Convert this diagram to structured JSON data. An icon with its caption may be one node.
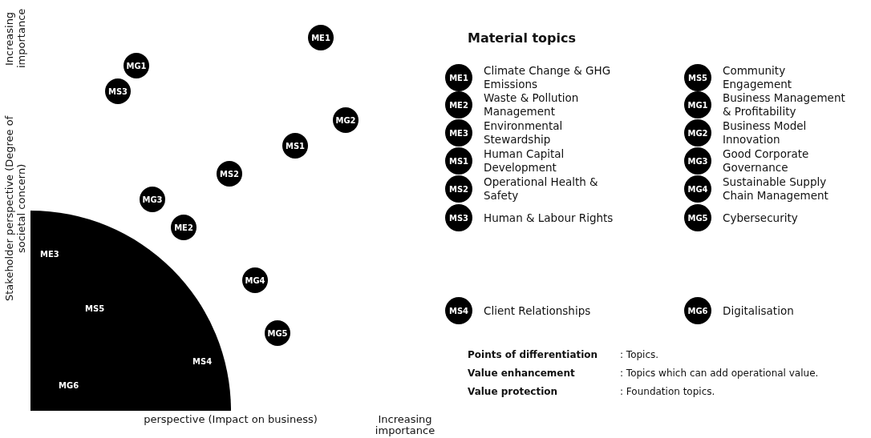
{
  "diagram": {
    "nodes": [
      {
        "text": [
          "ME1"
        ]
      },
      {
        "text": [
          "MG1"
        ]
      },
      {
        "text": [
          "MS3"
        ]
      },
      {
        "text": [
          "MG2"
        ]
      },
      {
        "text": [
          "MS1"
        ]
      },
      {
        "text": [
          "MS2"
        ]
      },
      {
        "text": [
          "MG3"
        ]
      },
      {
        "text": [
          "ME2"
        ]
      },
      {
        "text": [],
        "shape": "sector"
      },
      {
        "text": [
          "ME3"
        ],
        "in": 8
      },
      {
        "text": [
          "MS5"
        ],
        "in": 8
      },
      {
        "text": [
          "MS4"
        ],
        "in": 8
      },
      {
        "text": [
          "MG6"
        ],
        "in": 8
      },
      {
        "text": [
          "MG4"
        ]
      },
      {
        "text": [
          "MG5"
        ]
      },
      {
        "text": [
          "ME1"
        ],
        "beside": [
          "Climate Change & GHG Emissions"
        ]
      },
      {
        "text": [
          "ME2"
        ],
        "beside": [
          "Waste & Pollution Management"
        ]
      },
      {
        "text": [
          "ME3"
        ],
        "beside": [
          "Environmental Stewardship"
        ]
      },
      {
        "text": [
          "MS1"
        ],
        "beside": [
          "Human Capital Development"
        ]
      },
      {
        "text": [
          "MS2"
        ],
        "beside": [
          "Operational Health & Safety"
        ]
      },
      {
        "text": [
          "MS3"
        ],
        "beside": [
          "Human & Labour Rights"
        ]
      },
      {
        "text": [
          "MS4"
        ],
        "beside": [
          "Client Relationships"
        ]
      },
      {
        "text": [
          "MS5"
        ],
        "beside": [
          "Community Engagement"
        ]
      },
      {
        "text": [
          "MG1"
        ],
        "beside": [
          "Business Management & Profitability"
        ]
      },
      {
        "text": [
          "MG2"
        ],
        "beside": [
          "Business Model Innovation"
        ]
      },
      {
        "text": [
          "MG3"
        ],
        "beside": [
          "Good Corporate Governance"
        ]
      },
      {
        "text": [
          "MG4"
        ],
        "beside": [
          "Sustainable Supply Chain Management"
        ]
      },
      {
        "text": [
          "MG5"
        ],
        "beside": [
          "Cybersecurity"
        ]
      },
      {
        "text": [
          "MG6"
        ],
        "beside": [
          "Digitalisation"
        ]
      }
    ],
    "edges": [],
    "labels": [
      "Increasing importance",
      "Stakeholder perspective (Degree of societal concern)",
      "perspective (Impact on business)",
      "Increasing importance",
      "Material topics",
      "Points of differentiation",
      ": Topics.",
      "Value enhancement",
      ": Topics which can add operational value.",
      "Value protection",
      ": Foundation topics."
    ]
  }
}
